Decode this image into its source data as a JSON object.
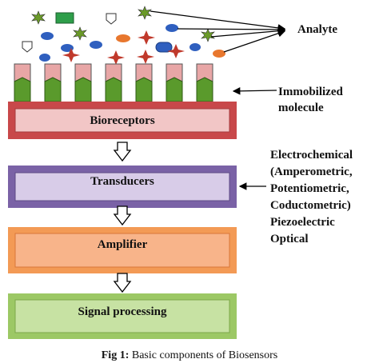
{
  "labels": {
    "analyte": "Analyte",
    "immobilized_line1": "Immobilized",
    "immobilized_line2": "molecule",
    "transducer_types": [
      "Electrochemical",
      "(Amperometric,",
      "Potentiometric,",
      "Coductometric)",
      "Piezoelectric",
      "Optical"
    ]
  },
  "components": [
    {
      "name": "Bioreceptors",
      "outer_color": "#c8484a",
      "inner_color": "#f2c6c6"
    },
    {
      "name": "Transducers",
      "outer_color": "#7a62a6",
      "inner_color": "#d8cce8"
    },
    {
      "name": "Amplifier",
      "outer_color": "#f39a55",
      "inner_color": "#f8b48a"
    },
    {
      "name": "Signal processing",
      "outer_color": "#9cc865",
      "inner_color": "#c7e2a3"
    }
  ],
  "caption": {
    "prefix": "Fig 1:",
    "text": " Basic components of Biosensors"
  },
  "colors": {
    "receptor_top": "#e8a6a6",
    "receptor_bottom": "#5a9a2c",
    "analyte_blue": "#2f5fbf",
    "analyte_orange": "#e8772e",
    "analyte_green": "#2e9e4a",
    "star_fill": "#6a9a28",
    "cross_fill": "#c0392b"
  }
}
